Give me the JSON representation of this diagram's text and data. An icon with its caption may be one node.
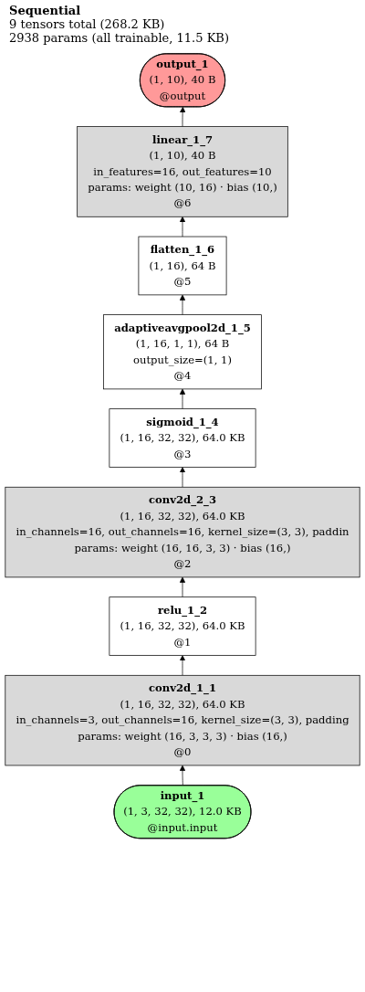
{
  "diagram": {
    "title": "Sequential",
    "nodes": [
      {
        "text": [
          "output_1",
          "(1, 10), 40 B",
          "@output"
        ]
      },
      {
        "text": [
          "linear_1_7",
          "(1, 10), 40 B",
          "in_features=16, out_features=10",
          "params: weight (10, 16) · bias (10,)",
          "@6"
        ]
      },
      {
        "text": [
          "flatten_1_6",
          "(1, 16), 64 B",
          "@5"
        ]
      },
      {
        "text": [
          "adaptiveavgpool2d_1_5",
          "(1, 16, 1, 1), 64 B",
          "output_size=(1, 1)",
          "@4"
        ]
      },
      {
        "text": [
          "sigmoid_1_4",
          "(1, 16, 32, 32), 64.0 KB",
          "@3"
        ]
      },
      {
        "text": [
          "conv2d_2_3",
          "(1, 16, 32, 32), 64.0 KB",
          "in_channels=16, out_channels=16, kernel_size=(3, 3), paddin",
          "params: weight (16, 16, 3, 3) · bias (16,)",
          "@2"
        ]
      },
      {
        "text": [
          "relu_1_2",
          "(1, 16, 32, 32), 64.0 KB",
          "@1"
        ]
      },
      {
        "text": [
          "conv2d_1_1",
          "(1, 16, 32, 32), 64.0 KB",
          "in_channels=3, out_channels=16, kernel_size=(3, 3), padding",
          "params: weight (16, 3, 3, 3) · bias (16,)",
          "@0"
        ]
      },
      {
        "text": [
          "input_1",
          "(1, 3, 32, 32), 12.0 KB",
          "@input.input"
        ]
      }
    ],
    "edges": [
      {
        "from": 8,
        "to": 7,
        "arrow": "to"
      },
      {
        "from": 7,
        "to": 6,
        "arrow": "to"
      },
      {
        "from": 6,
        "to": 5,
        "arrow": "to"
      },
      {
        "from": 5,
        "to": 4,
        "arrow": "to"
      },
      {
        "from": 4,
        "to": 3,
        "arrow": "to"
      },
      {
        "from": 3,
        "to": 2,
        "arrow": "to"
      },
      {
        "from": 2,
        "to": 1,
        "arrow": "to"
      },
      {
        "from": 1,
        "to": 0,
        "arrow": "to"
      }
    ],
    "labels": [
      "9 tensors total (268.2 KB)",
      "2938 params (all trainable, 11.5 KB)"
    ]
  }
}
